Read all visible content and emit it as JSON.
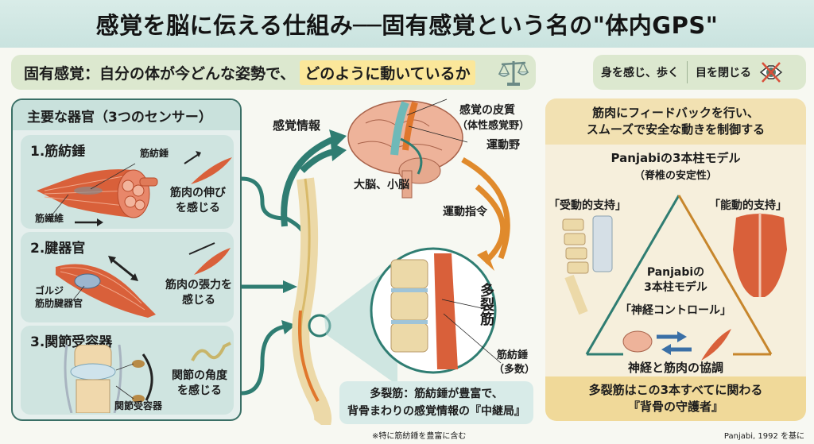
{
  "title": "感覚を脳に伝える仕組み──固有感覚という名の\"体内GPS\"",
  "subtitle": {
    "prefix": "固有感覚：自分の体が今どんな姿勢で、",
    "highlight": "どのように動いているか",
    "icon": "balance-scale-icon"
  },
  "examples": {
    "item1": "身を感じ、歩く",
    "item2": "目を閉じる",
    "icon": "crossed-eye-icon"
  },
  "left_panel": {
    "heading": "主要な器官（3つのセンサー）",
    "sensors": [
      {
        "title": "1.筋紡錘",
        "label_a": "筋紡錘",
        "label_b": "筋繊維",
        "desc": "筋肉の伸び\nを感じる"
      },
      {
        "title": "2.腱器官",
        "label_a": "ゴルジ\n筋肋腱器官",
        "desc": "筋肉の張力を\n感じる"
      },
      {
        "title": "3.関節受容器",
        "label_a": "関節受容器",
        "desc": "関節の角度\nを感じる"
      }
    ]
  },
  "center": {
    "sensory_info": "感覚情報",
    "cortex_label": "感覚の皮質",
    "cortex_sub": "（体性感覚野）",
    "motor_area": "運動野",
    "brain_label": "大脳、小脳",
    "motor_command": "運動指令",
    "multifidus_vertical": "多裂筋",
    "spindles_label": "筋紡錘",
    "spindles_sub": "（多数）",
    "note_line1": "多裂筋：筋紡錘が豊富で、",
    "note_line2": "背骨まわりの感覚情報の『中継局』",
    "footnote": "※特に筋紡錘を豊富に含む"
  },
  "right_panel": {
    "top_line1": "筋肉にフィードバックを行い、",
    "top_line2": "スムーズで安全な動きを制御する",
    "model_title": "Panjabiの3本柱モデル",
    "model_sub": "（脊椎の安定性）",
    "passive": "「受動的支持」",
    "active": "「能動的支持」",
    "center_line1": "Panjabiの",
    "center_line2": "3本柱モデル",
    "neural": "「神経コントロール」",
    "coordination": "神経と筋肉の協調",
    "bottom_line1": "多裂筋はこの3本すべてに関わる",
    "bottom_line2": "『背骨の守護者』"
  },
  "citation": "Panjabi, 1992 を基に",
  "colors": {
    "teal": "#2f7d72",
    "orange": "#e08a2c",
    "muscle": "#d9603a",
    "bone": "#ecd9a8",
    "highlight": "#fbe79a"
  }
}
